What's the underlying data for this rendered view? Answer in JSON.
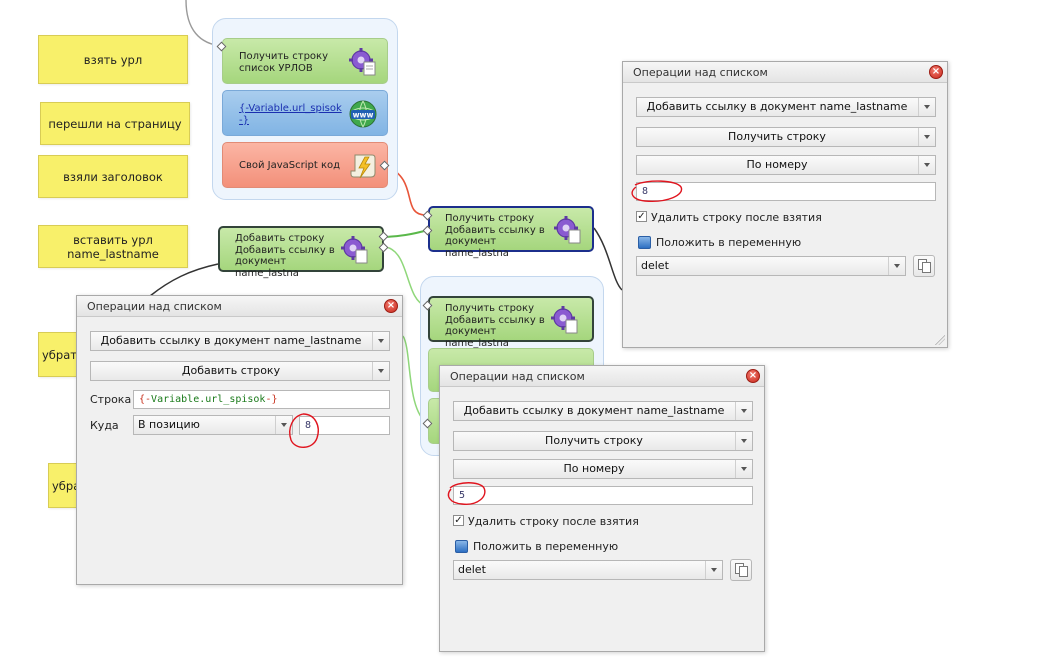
{
  "notes": [
    {
      "text": "взять урл"
    },
    {
      "text": "перешли на страницу"
    },
    {
      "text": "взяли заголовок"
    },
    {
      "text": "вставить урл name_lastname"
    },
    {
      "text": "убрат"
    },
    {
      "text": "убра"
    }
  ],
  "blocks": {
    "get_string_list": {
      "line1": "Получить строку",
      "line2": "список УРЛОВ",
      "icon": "gear-document-icon"
    },
    "variable_url": {
      "line1": "{-Variable.url_spisok",
      "line2": "-}",
      "icon": "www-globe-icon"
    },
    "js_code": {
      "label": "Свой JavaScript код",
      "icon": "script-scroll-icon"
    },
    "get_string_doc": {
      "line1": "Получить строку",
      "line2": "Добавить ссылку в",
      "line3": "документ name_lastna",
      "icon": "gear-document-icon"
    },
    "add_string_doc": {
      "line1": "Добавить строку",
      "line2": "Добавить ссылку в",
      "line3": "документ name_lastna",
      "icon": "gear-document-icon"
    },
    "get_string_doc_2": {
      "line1": "Получить строку",
      "line2": "Добавить ссылку в",
      "line3": "документ name_lastna",
      "icon": "gear-document-icon"
    }
  },
  "dialog_right": {
    "title": "Операции над списком",
    "list_select": "Добавить ссылку в документ name_lastname",
    "action_select": "Получить строку",
    "mode_select": "По номеру",
    "number_value": "8",
    "delete_checkbox_label": "Удалить строку после взятия",
    "delete_checked": true,
    "put_var_label": "Положить в переменную",
    "variable_select": "delet"
  },
  "dialog_left": {
    "title": "Операции над списком",
    "list_select": "Добавить ссылку в документ name_lastname",
    "action_select": "Добавить строку",
    "string_label": "Строка",
    "string_open": "{-",
    "string_var": "Variable.url_spisok",
    "string_close": "-}",
    "where_label": "Куда",
    "where_select": "В позицию",
    "position_value": "8"
  },
  "dialog_bottom": {
    "title": "Операции над списком",
    "list_select": "Добавить ссылку в документ name_lastname",
    "action_select": "Получить строку",
    "mode_select": "По номеру",
    "number_value": "5",
    "delete_checkbox_label": "Удалить строку после взятия",
    "delete_checked": true,
    "put_var_label": "Положить в переменную",
    "variable_select": "delet"
  },
  "colors": {
    "note": "#f8f06a",
    "block_green": "#b6df92",
    "block_blue": "#95c1ea",
    "block_red": "#f7a390",
    "annotation_red": "#e0141e"
  }
}
